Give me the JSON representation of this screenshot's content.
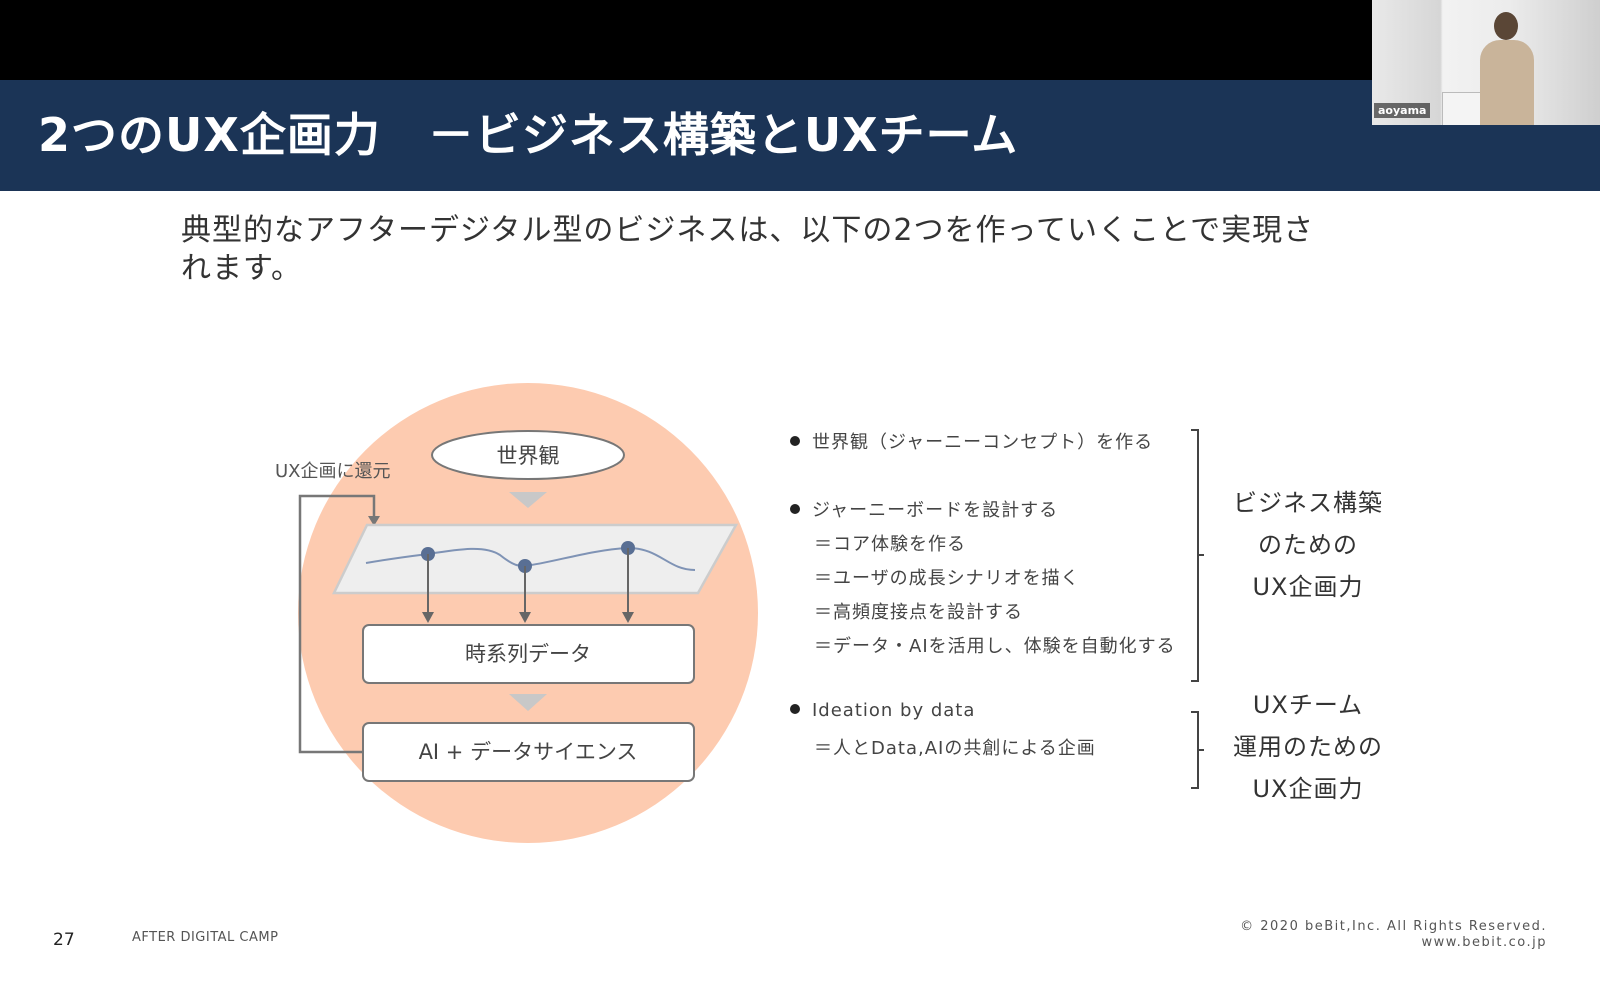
{
  "slide": {
    "title": "2つのUX企画力　－ビジネス構築とUXチーム",
    "intro_line1": "典型的なアフターデジタル型のビジネスは、以下の2つを作っていくことで実現さ",
    "intro_line2": "れます。"
  },
  "video": {
    "name_label": "aoyama"
  },
  "diagram": {
    "top_node": "世界観",
    "loop_label": "UX企画に還元",
    "node_timeseries": "時系列データ",
    "node_ai": "AI + データサイエンス",
    "colors": {
      "circle_fill": "#fdcbb0",
      "plane_fill": "#eeeeee",
      "line": "#7f93b5",
      "point": "#596f94"
    }
  },
  "bullets": {
    "item1": "世界観（ジャーニーコンセプト）を作る",
    "item2": "ジャーニーボードを設計する",
    "item2_sub": [
      "＝コア体験を作る",
      "＝ユーザの成長シナリオを描く",
      "＝高頻度接点を設計する",
      "＝データ・AIを活用し、体験を自動化する"
    ],
    "item3": "Ideation by data",
    "item3_sub": "＝人とData,AIの共創による企画"
  },
  "groups": {
    "business": [
      "ビジネス構築",
      "のための",
      "UX企画力"
    ],
    "team": [
      "UXチーム",
      "運用のための",
      "UX企画力"
    ]
  },
  "footer": {
    "page_number": "27",
    "brand": "AFTER DIGITAL CAMP",
    "copyright": "© 2020 beBit,Inc. All Rights Reserved.",
    "website": "www.bebit.co.jp"
  }
}
